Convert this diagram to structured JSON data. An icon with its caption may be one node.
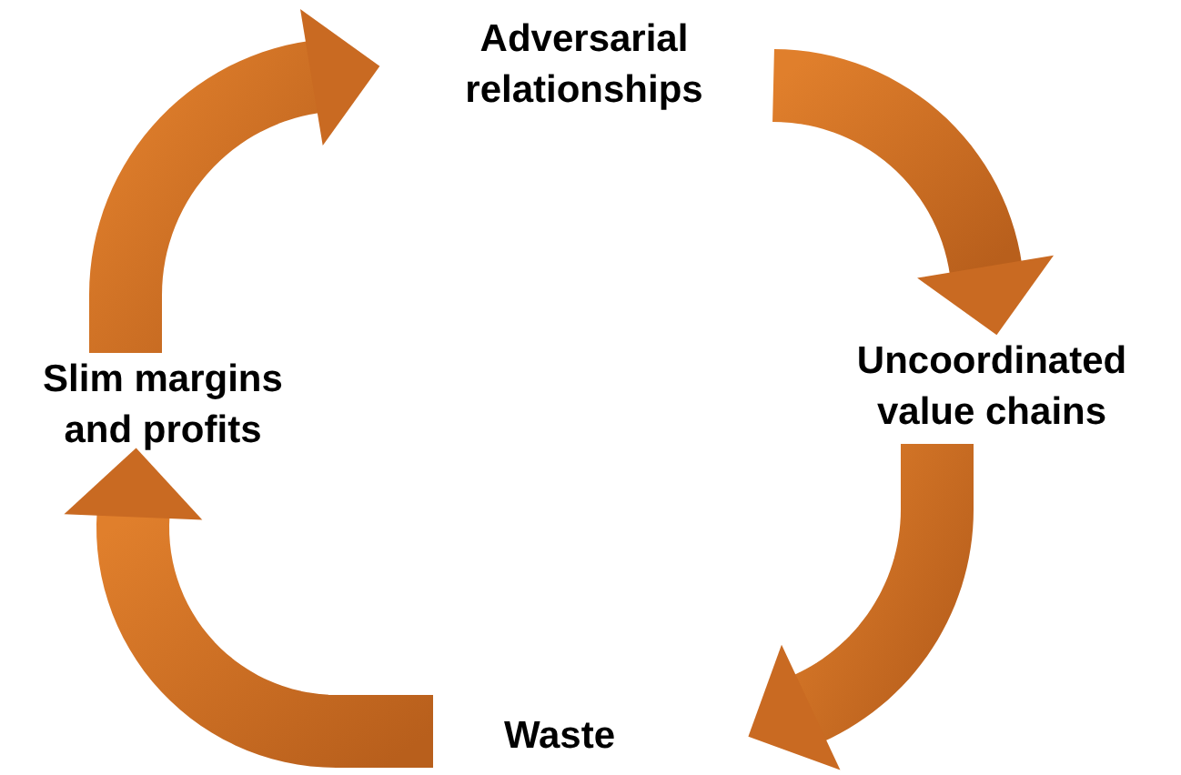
{
  "diagram": {
    "nodes": [
      {
        "text": [
          "Adversarial relationships"
        ]
      },
      {
        "text": [
          "Uncoordinated value chains"
        ]
      },
      {
        "text": [
          "Waste"
        ]
      },
      {
        "text": [
          "Slim margins and profits"
        ]
      }
    ],
    "edges": [
      {
        "from": 3,
        "to": 0,
        "arrow": "to",
        "style": "thick"
      },
      {
        "from": 0,
        "to": 1,
        "arrow": "to",
        "style": "thick"
      },
      {
        "from": 1,
        "to": 2,
        "arrow": "to",
        "style": "thick"
      },
      {
        "from": 2,
        "to": 3,
        "arrow": "to",
        "style": "thick"
      }
    ]
  }
}
